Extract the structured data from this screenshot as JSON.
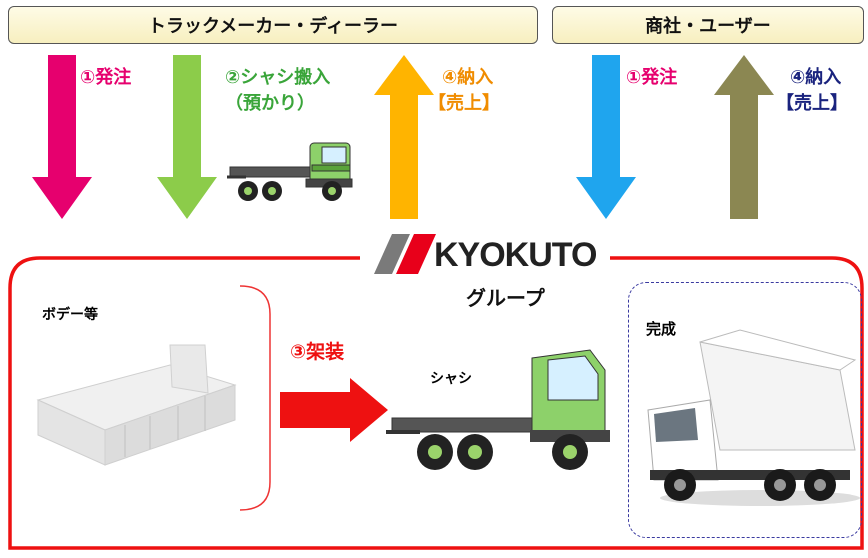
{
  "header": {
    "left_box": "トラックメーカー・ディーラー",
    "right_box": "商社・ユーザー"
  },
  "flows": {
    "order_left": "①発注",
    "chassis_in_line1": "②シャシ搬入",
    "chassis_in_line2": "（預かり）",
    "deliver_left_line1": "④納入",
    "deliver_left_line2": "【売上】",
    "order_right": "①発注",
    "deliver_right_line1": "④納入",
    "deliver_right_line2": "【売上】"
  },
  "group": {
    "logo_text": "KYOKUTO",
    "group_label": "グループ",
    "body_label": "ボデー等",
    "mounting_label": "③架装",
    "chassis_label": "シャシ",
    "complete_label": "完成"
  },
  "colors": {
    "arrow_pink": "#e6006e",
    "arrow_green": "#8ccc4a",
    "arrow_orange": "#ffb400",
    "arrow_blue": "#1fa5ee",
    "arrow_olive": "#8b8752",
    "frame_red": "#ee1111",
    "complete_border": "#3a3aa0"
  }
}
